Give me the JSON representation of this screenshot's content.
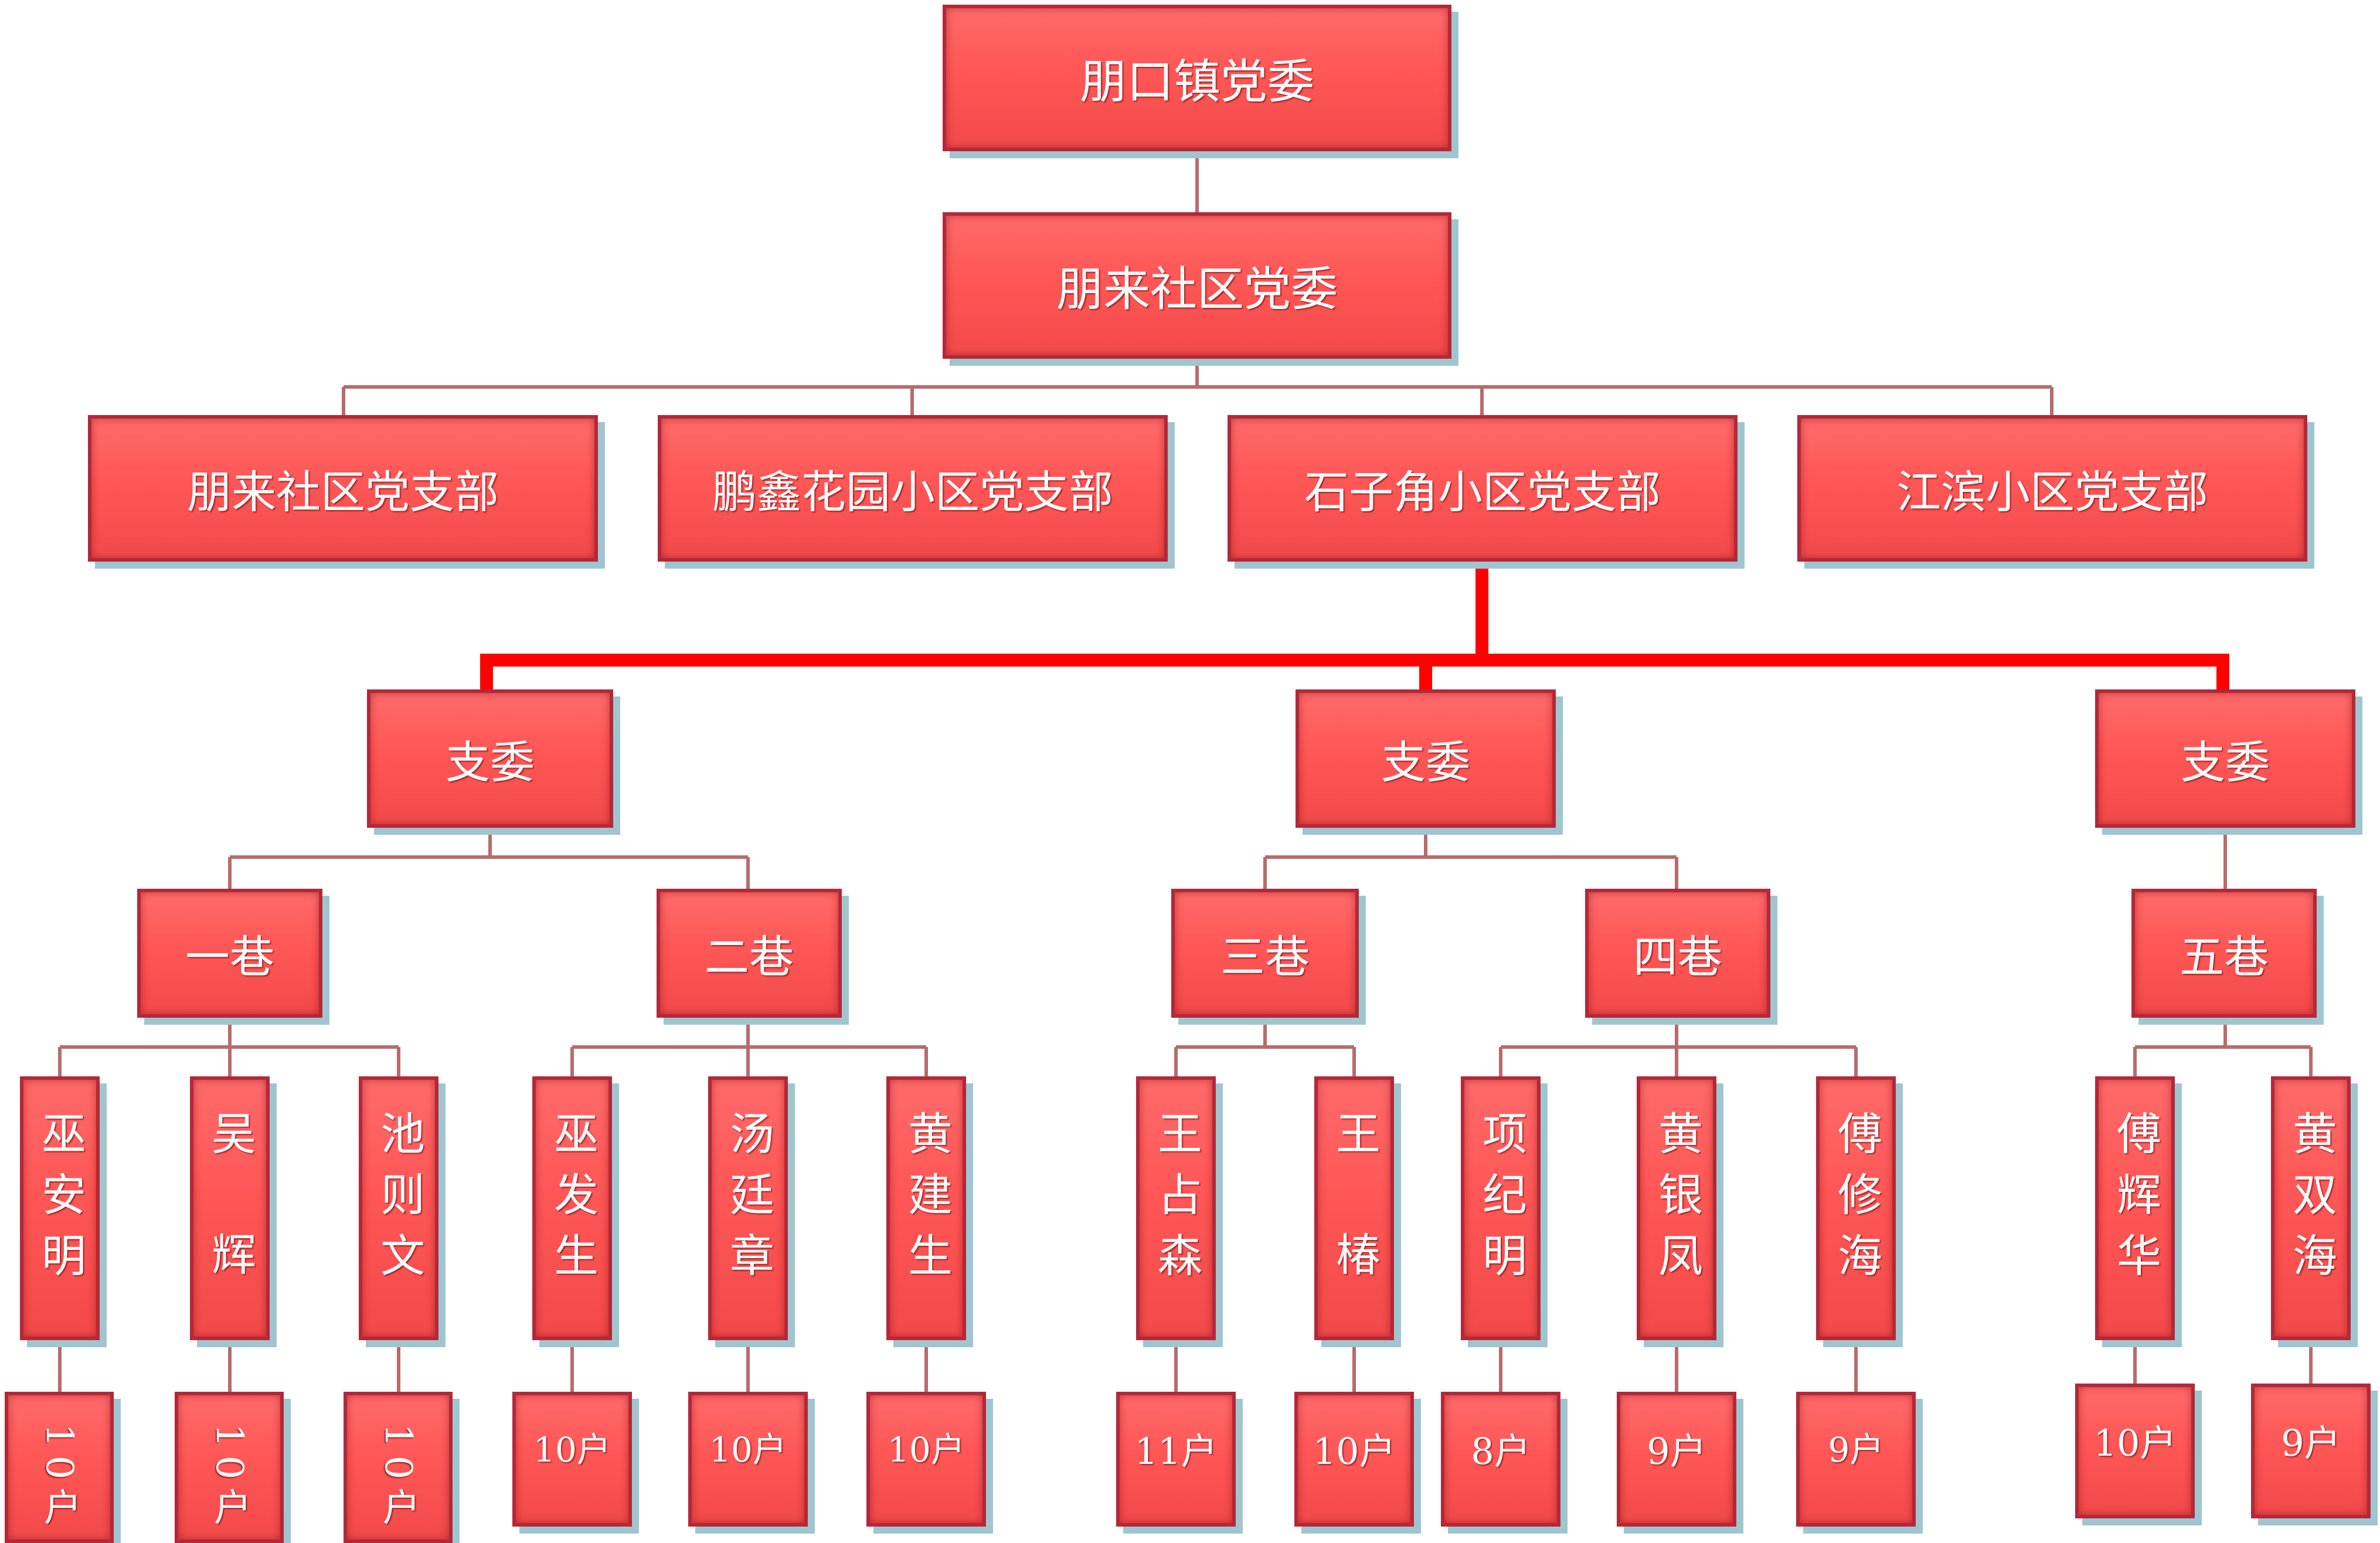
{
  "colors": {
    "box_fill": "#ff5a5a",
    "box_border": "#b3283a",
    "connector": "#b86b6b",
    "highlight_connector": "#ff0000",
    "shadow": "#9fc6cf"
  },
  "root": {
    "label": "朋口镇党委"
  },
  "community": {
    "label": "朋来社区党委"
  },
  "branches": [
    {
      "label": "朋来社区党支部"
    },
    {
      "label": "鹏鑫花园小区党支部"
    },
    {
      "label": "石子角小区党支部"
    },
    {
      "label": "江滨小区党支部"
    }
  ],
  "committees": [
    {
      "label": "支委",
      "lanes": [
        {
          "label": "一巷",
          "members": [
            {
              "name": "巫安明",
              "households": "10户"
            },
            {
              "name": "吴辉",
              "households": "10户"
            },
            {
              "name": "池则文",
              "households": "10户"
            }
          ]
        },
        {
          "label": "二巷",
          "members": [
            {
              "name": "巫发生",
              "households": "10户"
            },
            {
              "name": "汤廷章",
              "households": "10户"
            },
            {
              "name": "黄建生",
              "households": "10户"
            }
          ]
        }
      ]
    },
    {
      "label": "支委",
      "lanes": [
        {
          "label": "三巷",
          "members": [
            {
              "name": "王占森",
              "households": "11户"
            },
            {
              "name": "王椿",
              "households": "10户"
            }
          ]
        },
        {
          "label": "四巷",
          "members": [
            {
              "name": "项纪明",
              "households": "8户"
            },
            {
              "name": "黄银凤",
              "households": "9户"
            },
            {
              "name": "傅修海",
              "households": "9户"
            }
          ]
        }
      ]
    },
    {
      "label": "支委",
      "lanes": [
        {
          "label": "五巷",
          "members": [
            {
              "name": "傅辉华",
              "households": "10户"
            },
            {
              "name": "黄双海",
              "households": "9户"
            }
          ]
        }
      ]
    }
  ]
}
